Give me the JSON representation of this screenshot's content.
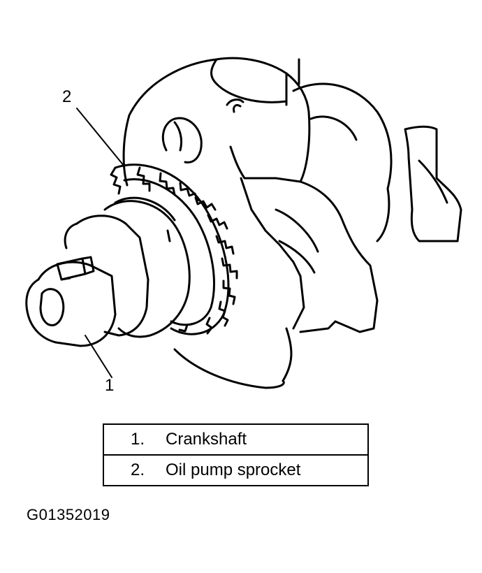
{
  "callouts": [
    {
      "number": "2",
      "target": "oil-pump-sprocket"
    },
    {
      "number": "1",
      "target": "crankshaft"
    }
  ],
  "legend": [
    {
      "number": "1.",
      "label": "Crankshaft"
    },
    {
      "number": "2.",
      "label": "Oil pump sprocket"
    }
  ],
  "figure_id": "G01352019"
}
